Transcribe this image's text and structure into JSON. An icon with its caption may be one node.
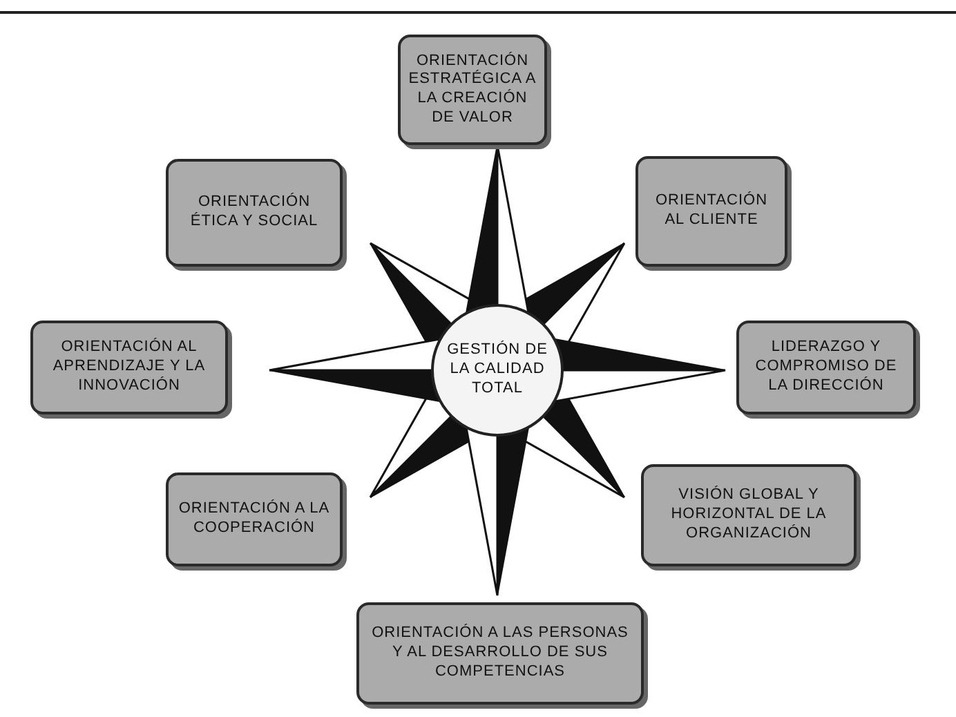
{
  "diagram": {
    "nodes": [
      {
        "text": [
          "ORIENTACIÓN ESTRATÉGICA A LA CREACIÓN DE VALOR"
        ]
      },
      {
        "text": [
          "ORIENTACIÓN ÉTICA Y SOCIAL"
        ]
      },
      {
        "text": [
          "ORIENTACIÓN AL CLIENTE"
        ]
      },
      {
        "text": [
          "ORIENTACIÓN AL APRENDIZAJE Y LA INNOVACIÓN"
        ]
      },
      {
        "text": [
          "GESTIÓN DE LA CALIDAD TOTAL"
        ]
      },
      {
        "text": [
          "LIDERAZGO Y COMPROMISO DE LA DIRECCIÓN"
        ]
      },
      {
        "text": [
          "ORIENTACIÓN A LA COOPERACIÓN"
        ]
      },
      {
        "text": [
          "VISIÓN GLOBAL Y HORIZONTAL DE LA ORGANIZACIÓN"
        ]
      },
      {
        "text": [
          "ORIENTACIÓN A LAS PERSONAS Y AL DESARROLLO DE SUS COMPETENCIAS"
        ]
      }
    ],
    "edges": []
  }
}
